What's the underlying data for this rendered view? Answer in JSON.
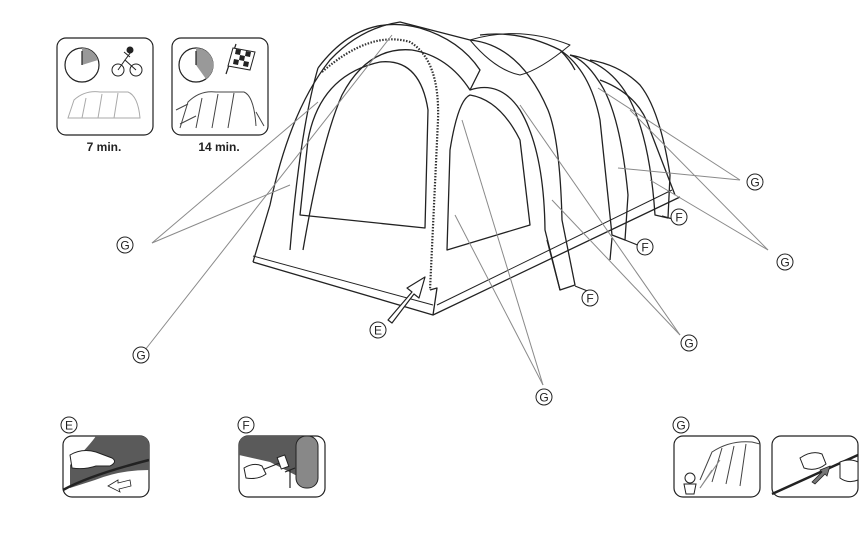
{
  "timings": [
    {
      "time": "7 min.",
      "icon": "clock-bicycle-icon"
    },
    {
      "time": "14 min.",
      "icon": "clock-checkered-flag-icon"
    }
  ],
  "callouts": {
    "e": "E",
    "f": "F",
    "g": "G"
  },
  "steps": [
    {
      "letter": "E",
      "icon": "zip-door-icon"
    },
    {
      "letter": "F",
      "icon": "hammer-peg-icon"
    },
    {
      "letter": "G",
      "icon": "guy-line-icon"
    }
  ],
  "colors": {
    "line": "#222222",
    "guy": "#8a8a8a",
    "panel_dark": "#5a5a5a"
  }
}
